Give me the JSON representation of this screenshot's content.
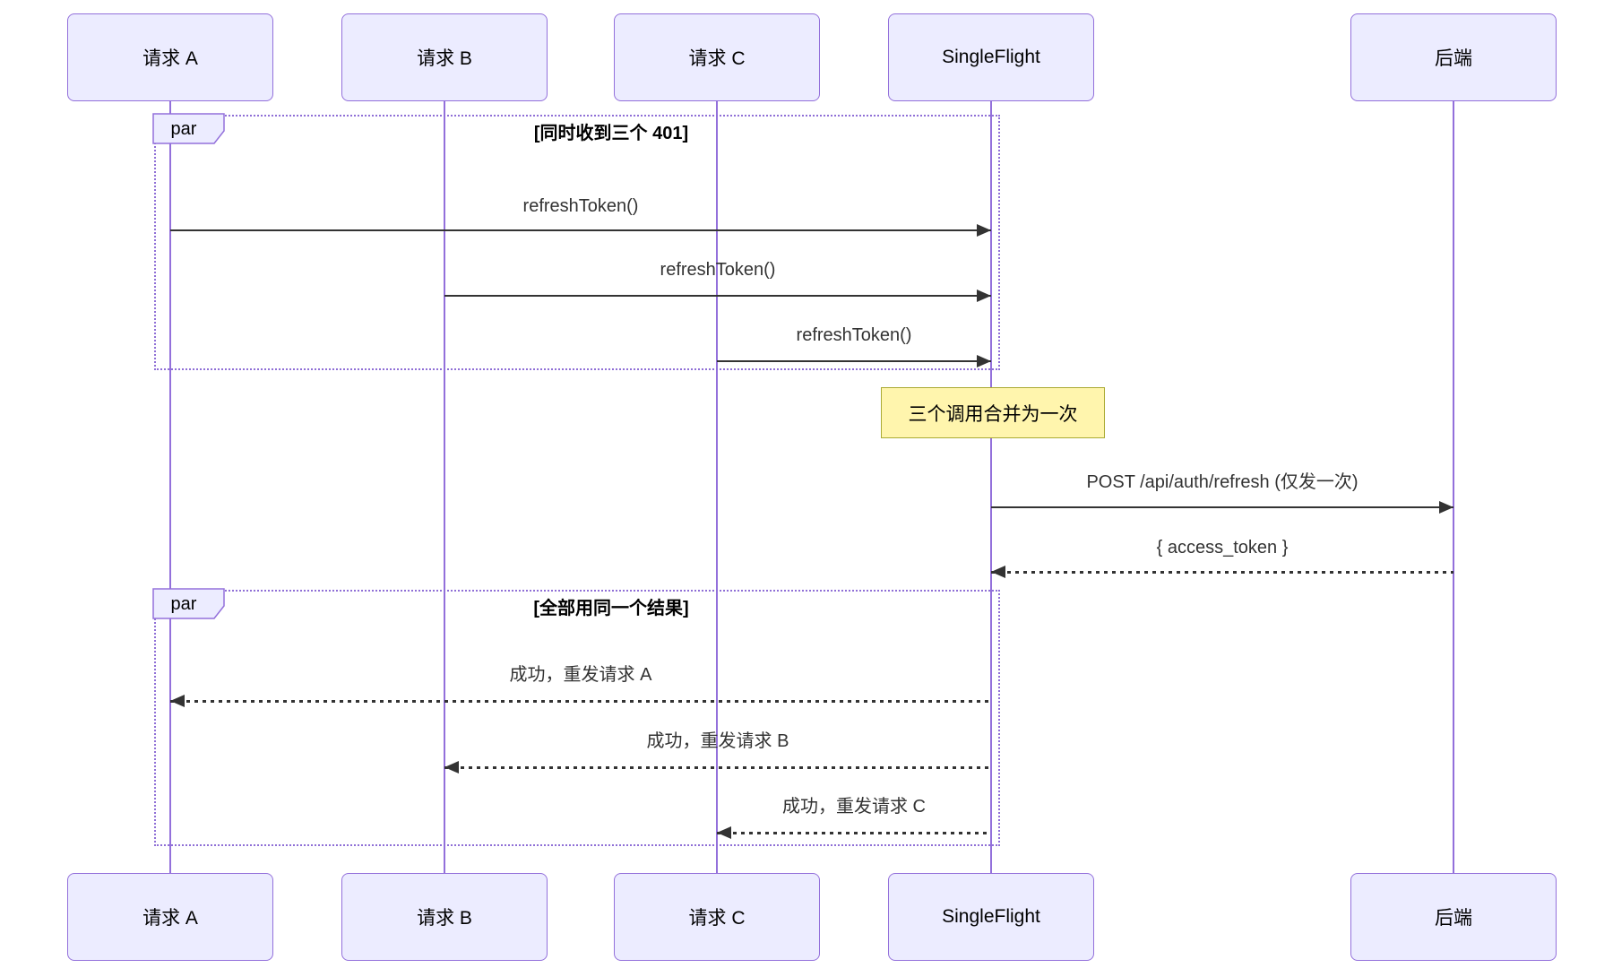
{
  "participants": [
    {
      "label": "请求 A"
    },
    {
      "label": "请求 B"
    },
    {
      "label": "请求 C"
    },
    {
      "label": "SingleFlight"
    },
    {
      "label": "后端"
    }
  ],
  "frames": [
    {
      "label": "par",
      "condition": "[同时收到三个 401]"
    },
    {
      "label": "par",
      "condition": "[全部用同一个结果]"
    }
  ],
  "messages": [
    {
      "from": "请求 A",
      "to": "SingleFlight",
      "text": "refreshToken()",
      "line": "solid"
    },
    {
      "from": "请求 B",
      "to": "SingleFlight",
      "text": "refreshToken()",
      "line": "solid"
    },
    {
      "from": "请求 C",
      "to": "SingleFlight",
      "text": "refreshToken()",
      "line": "solid"
    },
    {
      "from": "SingleFlight",
      "to": "后端",
      "text": "POST /api/auth/refresh (仅发一次)",
      "line": "solid"
    },
    {
      "from": "后端",
      "to": "SingleFlight",
      "text": "{ access_token }",
      "line": "dashed"
    },
    {
      "from": "SingleFlight",
      "to": "请求 A",
      "text": "成功，重发请求 A",
      "line": "dashed"
    },
    {
      "from": "SingleFlight",
      "to": "请求 B",
      "text": "成功，重发请求 B",
      "line": "dashed"
    },
    {
      "from": "SingleFlight",
      "to": "请求 C",
      "text": "成功，重发请求 C",
      "line": "dashed"
    }
  ],
  "note": {
    "text": "三个调用合并为一次",
    "anchored_to": "SingleFlight"
  },
  "colors": {
    "actor_fill": "#ECECFF",
    "actor_border": "#9370DB",
    "lifeline": "#9370DB",
    "frame_border": "#8F6FD6",
    "note_fill": "#FFF5AD",
    "note_border": "#AAAA33",
    "arrow": "#333333",
    "condition_text": "#000000"
  }
}
